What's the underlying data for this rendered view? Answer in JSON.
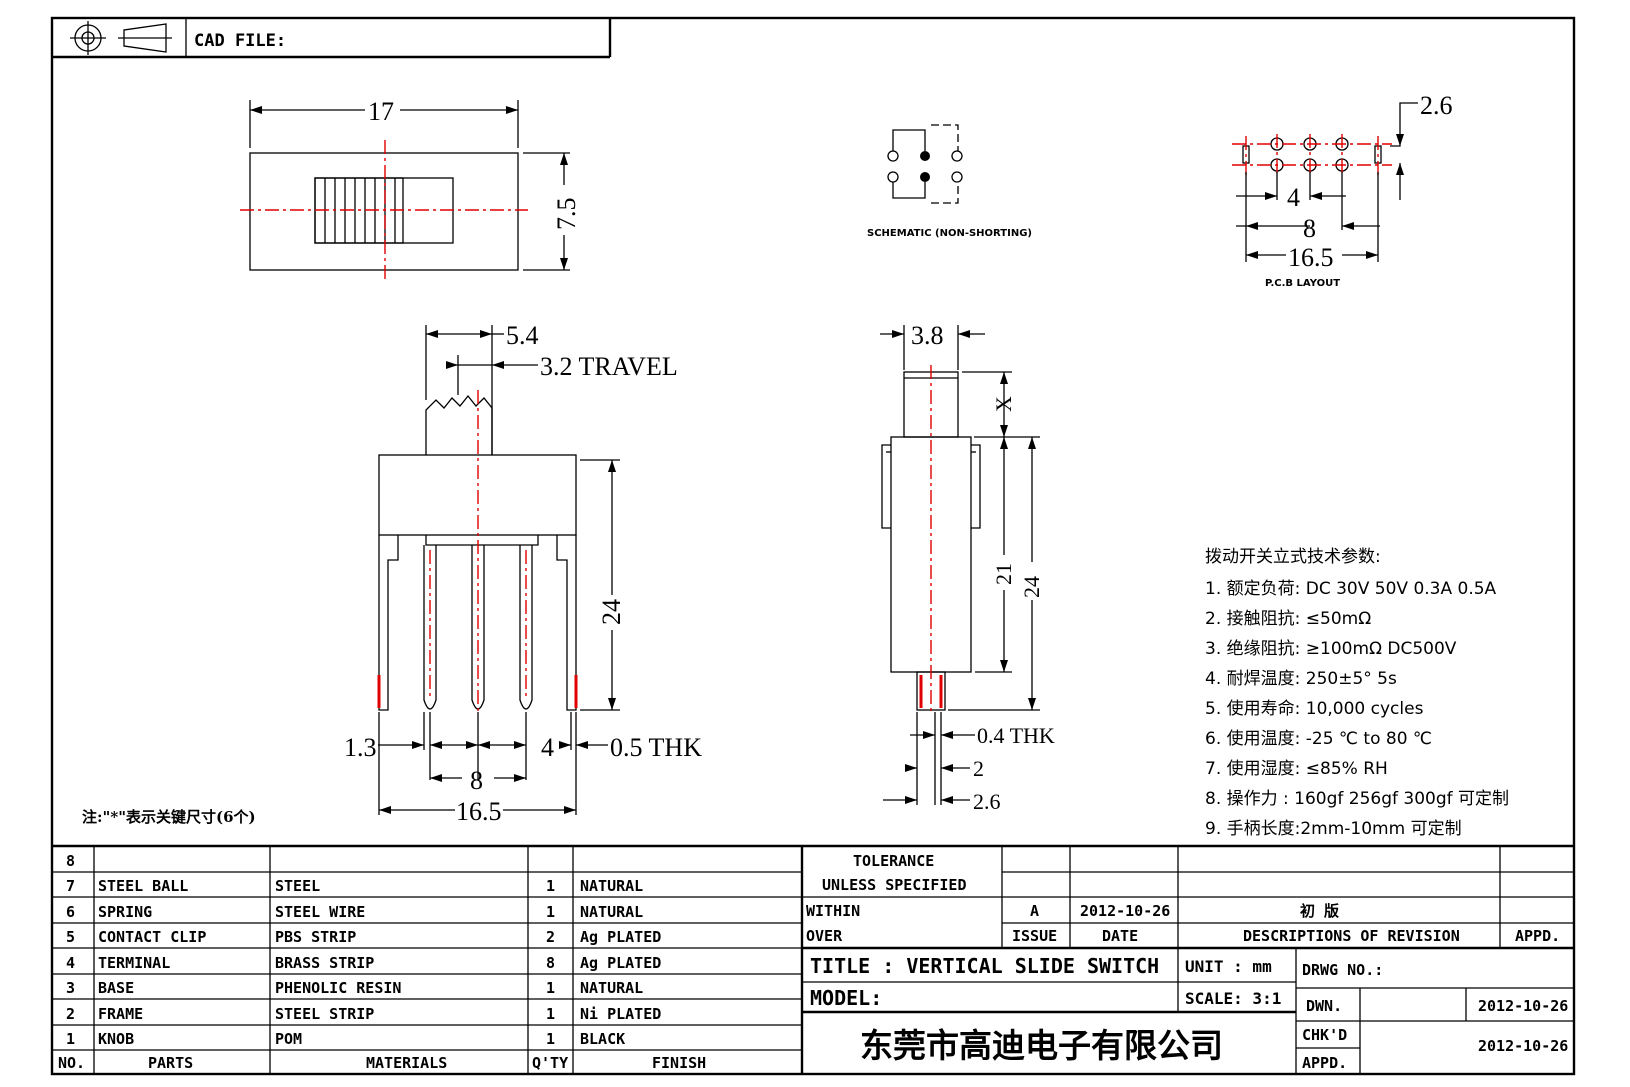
{
  "header": {
    "cad_file_label": "CAD FILE:"
  },
  "top_view": {
    "width_dim": "17",
    "height_dim": "7.5"
  },
  "schematic": {
    "label": "SCHEMATIC (NON-SHORTING)"
  },
  "pcb_layout": {
    "label": "P.C.B LAYOUT",
    "dim_top": "2.6",
    "dim_4": "4",
    "dim_8": "8",
    "dim_16_5": "16.5"
  },
  "front_view": {
    "dim_5_4": "5.4",
    "dim_travel": "3.2 TRAVEL",
    "dim_24": "24",
    "dim_1_3": "1.3",
    "dim_4": "4",
    "dim_thk": "0.5 THK",
    "dim_8": "8",
    "dim_16_5": "16.5"
  },
  "side_view": {
    "dim_3_8": "3.8",
    "dim_x": "X",
    "dim_21": "21",
    "dim_24": "24",
    "dim_thk": "0.4 THK",
    "dim_2": "2",
    "dim_2_6": "2.6"
  },
  "note": "注:\"*\"表示关键尺寸(6个)",
  "specs": {
    "title": "拨动开关立式技术参数:",
    "items": [
      "1.  额定负荷: DC 30V    50V    0.3A    0.5A",
      "2.  接触阻抗: ≤50mΩ",
      "3.  绝缘阻抗: ≥100mΩ   DC500V",
      "4.  耐焊温度: 250±5°  5s",
      "5.  使用寿命: 10,000 cycles",
      "6.  使用温度: -25 ℃  to 80 ℃",
      "7.  使用湿度: ≤85% RH",
      "8.  操作力 : 160gf   256gf   300gf  可定制",
      "9.  手柄长度:2mm-10mm  可定制"
    ]
  },
  "bom": {
    "rows": [
      {
        "no": "8",
        "part": "",
        "material": "",
        "qty": "",
        "finish": ""
      },
      {
        "no": "7",
        "part": "STEEL BALL",
        "material": "STEEL",
        "qty": "1",
        "finish": "NATURAL"
      },
      {
        "no": "6",
        "part": "SPRING",
        "material": "STEEL WIRE",
        "qty": "1",
        "finish": "NATURAL"
      },
      {
        "no": "5",
        "part": "CONTACT CLIP",
        "material": "PBS STRIP",
        "qty": "2",
        "finish": "Ag PLATED"
      },
      {
        "no": "4",
        "part": "TERMINAL",
        "material": "BRASS STRIP",
        "qty": "8",
        "finish": "Ag PLATED"
      },
      {
        "no": "3",
        "part": "BASE",
        "material": "PHENOLIC RESIN",
        "qty": "1",
        "finish": "NATURAL"
      },
      {
        "no": "2",
        "part": "FRAME",
        "material": "STEEL STRIP",
        "qty": "1",
        "finish": "Ni PLATED"
      },
      {
        "no": "1",
        "part": "KNOB",
        "material": "POM",
        "qty": "1",
        "finish": "BLACK"
      }
    ],
    "headers": {
      "no": "NO.",
      "part": "PARTS",
      "material": "MATERIALS",
      "qty": "Q'TY",
      "finish": "FINISH"
    }
  },
  "title_block": {
    "tolerance": "TOLERANCE",
    "unless_specified": "UNLESS   SPECIFIED",
    "within": "WITHIN",
    "over": "OVER",
    "issue_value": "A",
    "date_value": "2012-10-26",
    "revision_value": "初  版",
    "issue_label": "ISSUE",
    "date_label": "DATE",
    "desc_label": "DESCRIPTIONS  OF  REVISION",
    "appd_label": "APPD.",
    "title": "TITLE :   VERTICAL  SLIDE  SWITCH",
    "unit": "UNIT :  mm",
    "drwg_no": "DRWG NO.:",
    "model": "MODEL:",
    "scale": "SCALE:  3:1",
    "dwn_label": "DWN.",
    "dwn_date": "2012-10-26",
    "chkd_label": "CHK'D",
    "chkd_date": "2012-10-26",
    "appd_row_label": "APPD.",
    "company": "东莞市高迪电子有限公司"
  }
}
